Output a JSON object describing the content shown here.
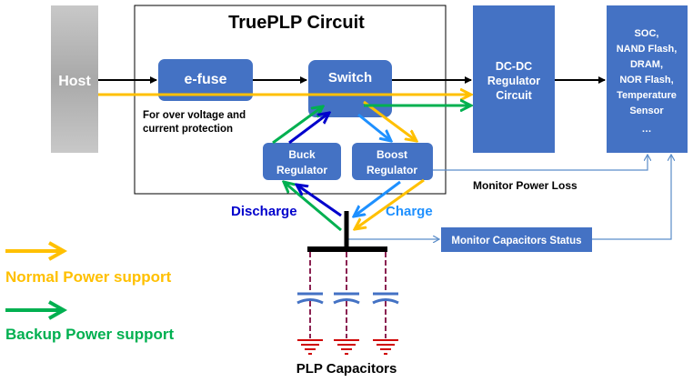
{
  "title": "TruePLP  Circuit",
  "blocks": {
    "host": "Host",
    "efuse": "e-fuse",
    "efuse_note_1": "For over voltage  and",
    "efuse_note_2": "current  protection",
    "switch": "Switch",
    "buck_1": "Buck",
    "buck_2": "Regulator",
    "boost_1": "Boost",
    "boost_2": "Regulator",
    "dcdc_1": "DC-DC",
    "dcdc_2": "Regulator",
    "dcdc_3": "Circuit",
    "loads": [
      "SOC,",
      "NAND Flash,",
      "DRAM,",
      "NOR Flash,",
      "Temperature",
      "Sensor",
      "…"
    ],
    "monitor_caps": "Monitor Capacitors Status"
  },
  "labels": {
    "monitor_power_loss": "Monitor Power Loss",
    "discharge": "Discharge",
    "charge": "Charge",
    "plp_capacitors": "PLP  Capacitors"
  },
  "legend": {
    "normal": "Normal Power support",
    "backup": "Backup Power support"
  },
  "colors": {
    "box_blue": "#4472C4",
    "host_gray": "#B0B0B0",
    "normal_yellow": "#FFC000",
    "backup_green": "#00B050",
    "discharge_blue": "#0000CC",
    "charge_blue": "#1E90FF",
    "monitor_line": "#5B8DC9",
    "ground_red": "#D00000"
  }
}
